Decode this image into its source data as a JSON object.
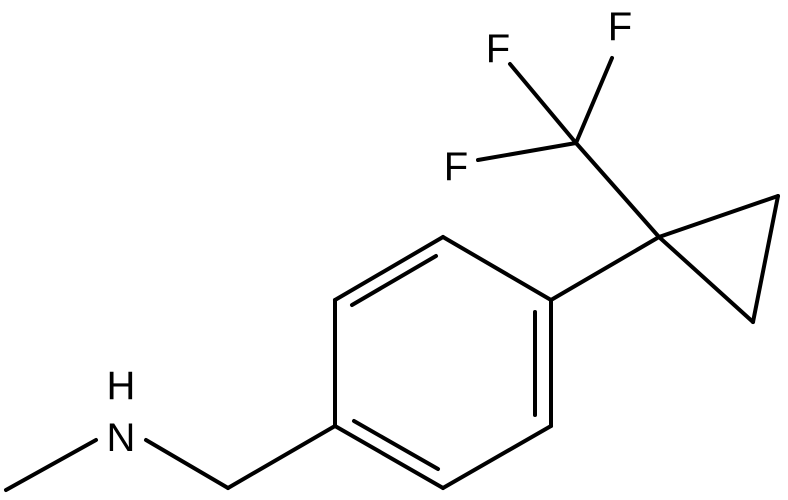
{
  "molecule": {
    "atoms": {
      "nh_h": "H",
      "nh_n": "N",
      "f_top_left": "F",
      "f_top_right": "F",
      "f_left": "F"
    },
    "colors": {
      "bond": "#000000",
      "label": "#000000",
      "background": "#ffffff"
    }
  }
}
